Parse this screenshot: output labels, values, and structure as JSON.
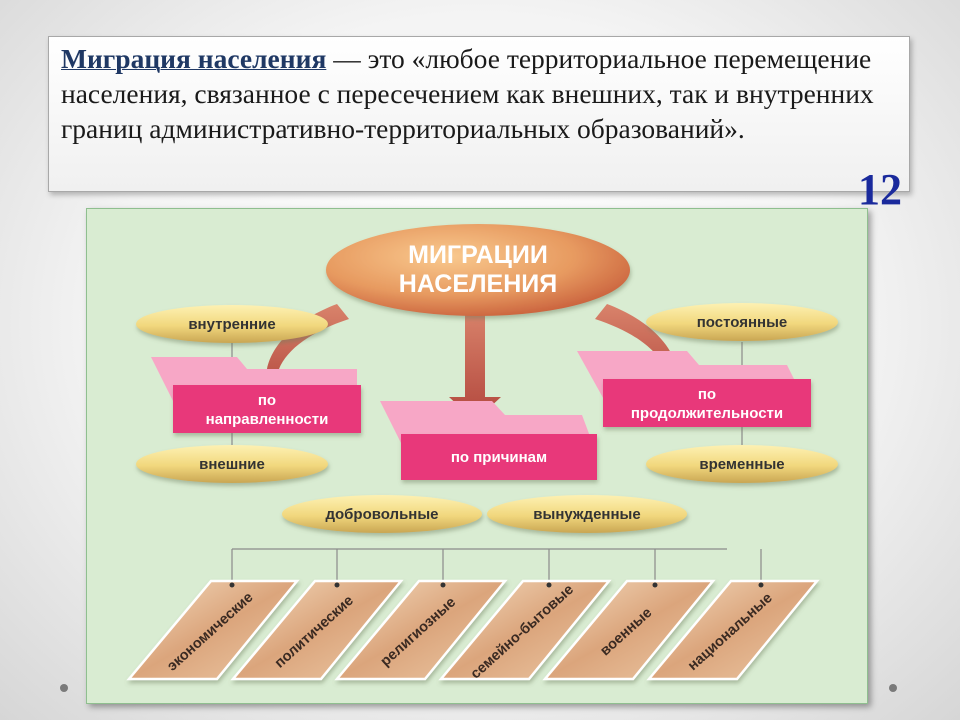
{
  "definition": {
    "term": "Миграция населения",
    "text": " — это «любое территориальное перемещение населения, связанное с пересечением как внешних, так и внутренних границ административно-территориальных образований»."
  },
  "slide_number": "12",
  "diagram": {
    "title_line1": "МИГРАЦИИ",
    "title_line2": "НАСЕЛЕНИЯ",
    "left_top": "внутренние",
    "left_bottom": "внешние",
    "left_folder_line1": "по",
    "left_folder_line2": "направленности",
    "right_top": "постоянные",
    "right_bottom": "временные",
    "right_folder_line1": "по",
    "right_folder_line2": "продолжительности",
    "center_folder": "по причинам",
    "voluntary": "добровольные",
    "forced": "вынужденные",
    "reasons": [
      "экономические",
      "политические",
      "религиозные",
      "семейно-бытовые",
      "военные",
      "национальные"
    ]
  },
  "colors": {
    "term": "#1f3864",
    "slide_number": "#1a2a9c",
    "diagram_bg": "#d9ecd2",
    "folder": "#e8387a",
    "folder_back": "#f7a7c6",
    "arrow": "#c1574a"
  }
}
